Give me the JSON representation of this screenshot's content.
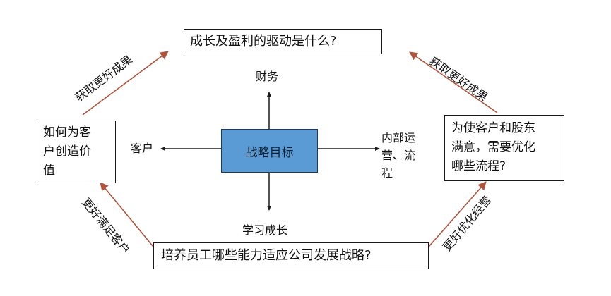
{
  "colors": {
    "center_fill": "#5b9bd5",
    "center_border": "#1f3a5a",
    "axis_arrow": "#1a1a1a",
    "cycle_arrow": "#b0533a"
  },
  "center": {
    "label": "战略目标"
  },
  "perspectives": {
    "financial": "财务",
    "customer": "客户",
    "internal": "内部运营、流程",
    "internal_lines": [
      "内部运",
      "营、流",
      "程"
    ],
    "learning": "学习成长"
  },
  "questions": {
    "financial": "成长及盈利的驱动是什么?",
    "customer_lines": [
      "如何为客",
      "户创造价",
      "值"
    ],
    "internal_lines": [
      "为使客户和股东",
      "满意，需要优化",
      "哪些流程?"
    ],
    "learning": "培养员工哪些能力适应公司发展战略?"
  },
  "cycle_labels": {
    "customer_to_financial": "获取更好成果",
    "internal_to_financial": "获取更好成果",
    "learning_to_customer": "更好满足客户",
    "learning_to_internal": "更好优化经营"
  }
}
